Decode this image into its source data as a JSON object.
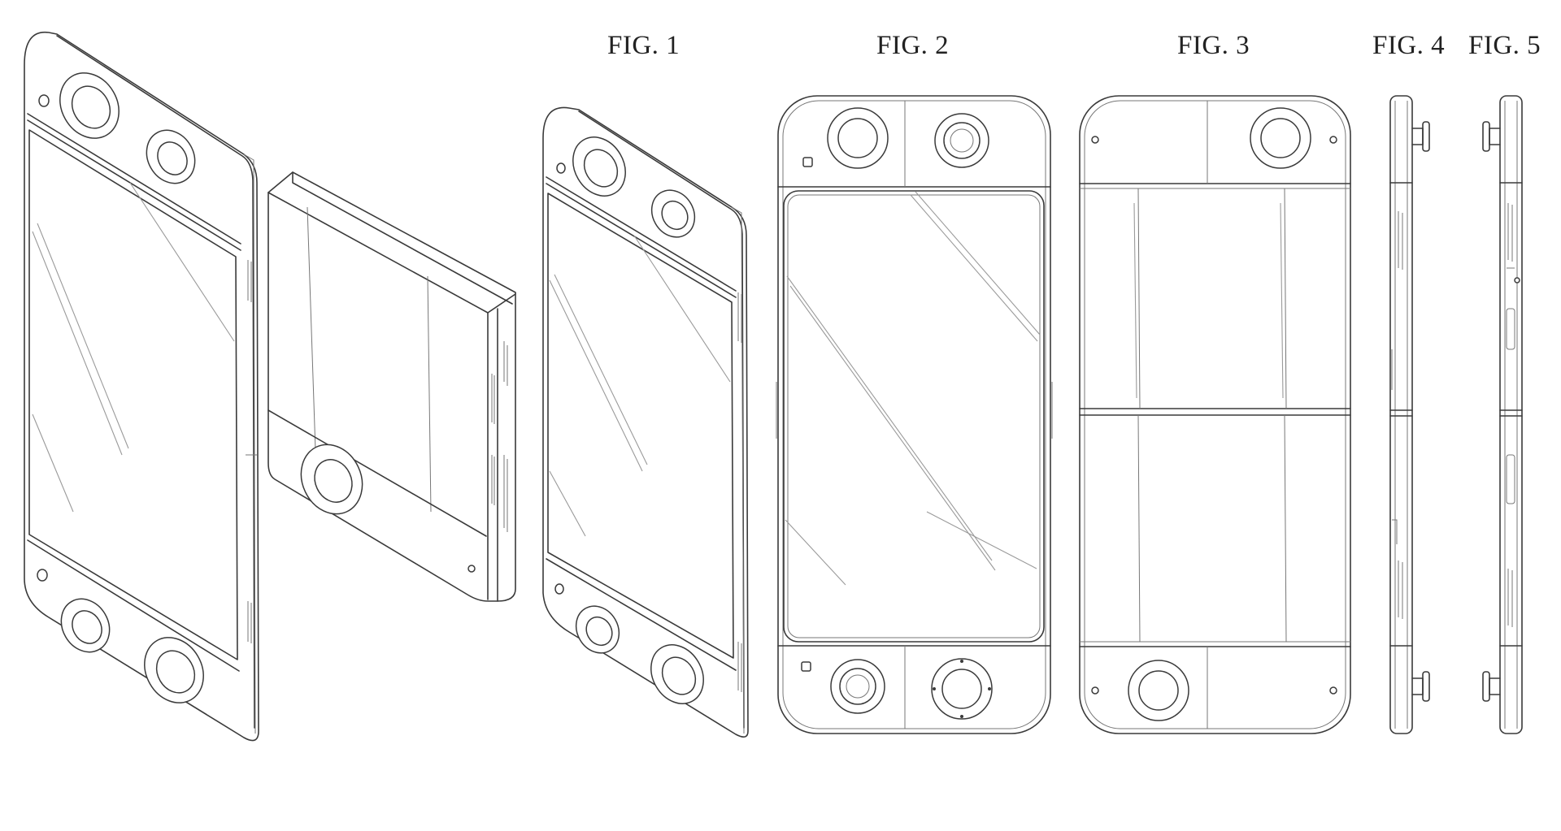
{
  "figures": [
    {
      "id": "fig1",
      "label": "FIG. 1"
    },
    {
      "id": "fig2",
      "label": "FIG. 2"
    },
    {
      "id": "fig3",
      "label": "FIG. 3"
    },
    {
      "id": "fig4",
      "label": "FIG. 4"
    },
    {
      "id": "fig5",
      "label": "FIG. 5"
    }
  ],
  "colors": {
    "line": "#3a3a3a",
    "background": "#ffffff"
  }
}
